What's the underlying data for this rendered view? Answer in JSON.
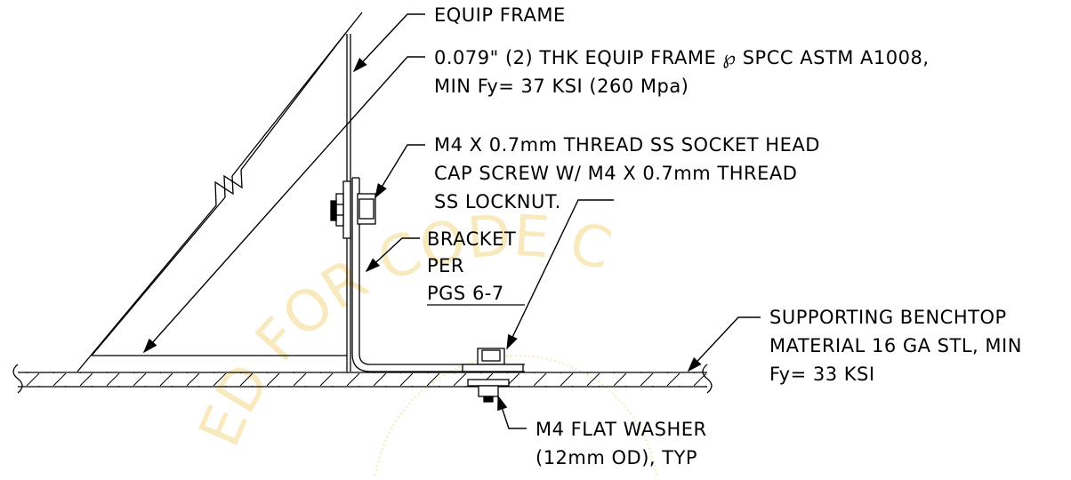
{
  "callouts": {
    "equip_frame": "EQUIP FRAME",
    "frame_plate_line1": "0.079\" (2) THK EQUIP FRAME ℘ SPCC ASTM A1008,",
    "frame_plate_line2": "MIN Fy= 37 KSI (260 Mpa)",
    "screw_line1": "M4 X 0.7mm THREAD SS SOCKET HEAD",
    "screw_line2": "CAP SCREW W/ M4 X 0.7mm THREAD",
    "screw_line3": "SS LOCKNUT.",
    "bracket_line1": "BRACKET",
    "bracket_line2": "PER",
    "bracket_line3": "PGS 6-7",
    "benchtop_line1": "SUPPORTING BENCHTOP",
    "benchtop_line2": "MATERIAL 16 GA STL, MIN",
    "benchtop_line3": "Fy= 33 KSI",
    "washer_line1": "M4 FLAT WASHER",
    "washer_line2": "(12mm OD), TYP"
  },
  "watermark": {
    "text": "ED FOR CODE C"
  }
}
